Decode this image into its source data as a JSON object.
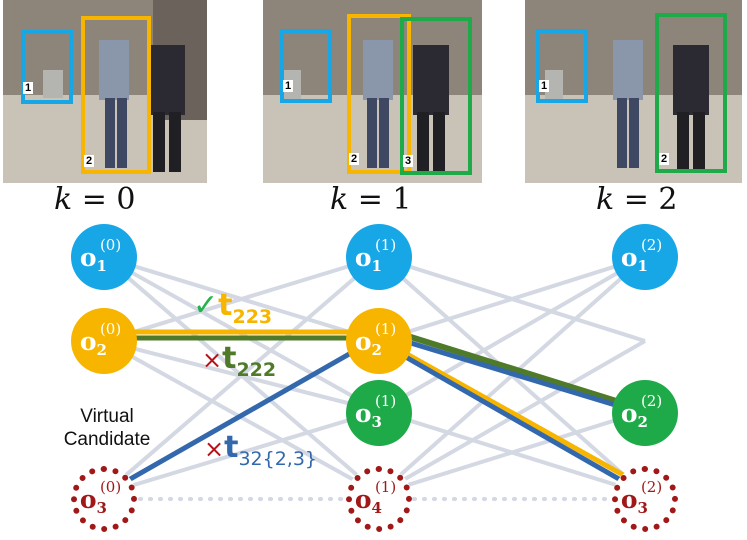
{
  "frames": [
    {
      "k_var": "k",
      "k_eq": " = ",
      "k_val": "0",
      "ids": [
        "1",
        "2"
      ]
    },
    {
      "k_var": "k",
      "k_eq": " = ",
      "k_val": "1",
      "ids": [
        "1",
        "2",
        "3"
      ]
    },
    {
      "k_var": "k",
      "k_eq": " = ",
      "k_val": "2",
      "ids": [
        "1",
        "2"
      ]
    }
  ],
  "nodes": {
    "o1_0": {
      "base": "o",
      "sub": "1",
      "sup": "(0)"
    },
    "o2_0": {
      "base": "o",
      "sub": "2",
      "sup": "(0)"
    },
    "o3_0": {
      "base": "o",
      "sub": "3",
      "sup": "(0)"
    },
    "o1_1": {
      "base": "o",
      "sub": "1",
      "sup": "(1)"
    },
    "o2_1": {
      "base": "o",
      "sub": "2",
      "sup": "(1)"
    },
    "o3_1": {
      "base": "o",
      "sub": "3",
      "sup": "(1)"
    },
    "o4_1": {
      "base": "o",
      "sub": "4",
      "sup": "(1)"
    },
    "o1_2": {
      "base": "o",
      "sub": "1",
      "sup": "(2)"
    },
    "o2_2": {
      "base": "o",
      "sub": "2",
      "sup": "(2)"
    },
    "o3_2": {
      "base": "o",
      "sub": "3",
      "sup": "(2)"
    }
  },
  "virtual_label": {
    "line1": "Virtual",
    "line2": "Candidate"
  },
  "tracks": {
    "t223": {
      "mark": "✓",
      "base": "t",
      "sub": "223"
    },
    "t222": {
      "mark": "×",
      "base": "t",
      "sub": "222"
    },
    "t32": {
      "mark": "×",
      "base": "t",
      "sub": "32{2,3}"
    }
  },
  "colors": {
    "blue_node": "#18a7e6",
    "yellow": "#f7b500",
    "green": "#1faa4a",
    "dark_green": "#4e7a2a",
    "track_blue": "#3468ad",
    "virtual_red": "#a01818",
    "edge_gray": "#d3d8e3",
    "check_green": "#22b34a"
  }
}
